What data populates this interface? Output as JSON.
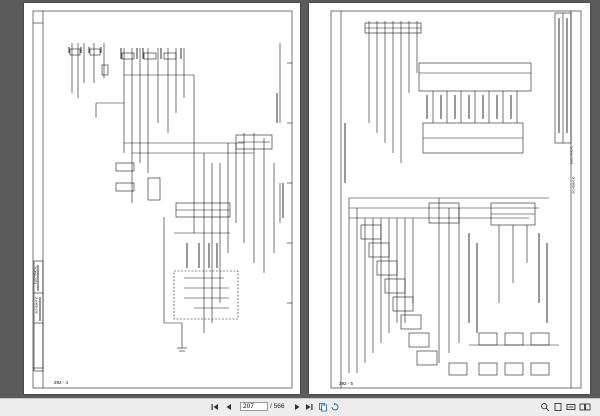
{
  "document": {
    "left_page": {
      "section_label": "292 - 4",
      "title_block": [
        "ELECTRICAL",
        "SCHEMATIC"
      ]
    },
    "right_page": {
      "section_label": "292 - 5",
      "title_block": [
        "ELECTRICAL",
        "SCHEMATIC"
      ]
    }
  },
  "toolbar": {
    "current_page": "207",
    "page_total": "/ 566",
    "icons": [
      "first-page-icon",
      "previous-page-icon",
      "next-page-icon",
      "last-page-icon",
      "copy-icon",
      "rotate-icon",
      "zoom-icon",
      "fit-page-icon",
      "fit-width-icon",
      "dual-page-icon"
    ]
  },
  "colors": {
    "viewer_bg": "#5c5c5c",
    "page_bg": "#ffffff",
    "toolbar_bg": "#ededed",
    "ink": "#1a1a1a"
  }
}
